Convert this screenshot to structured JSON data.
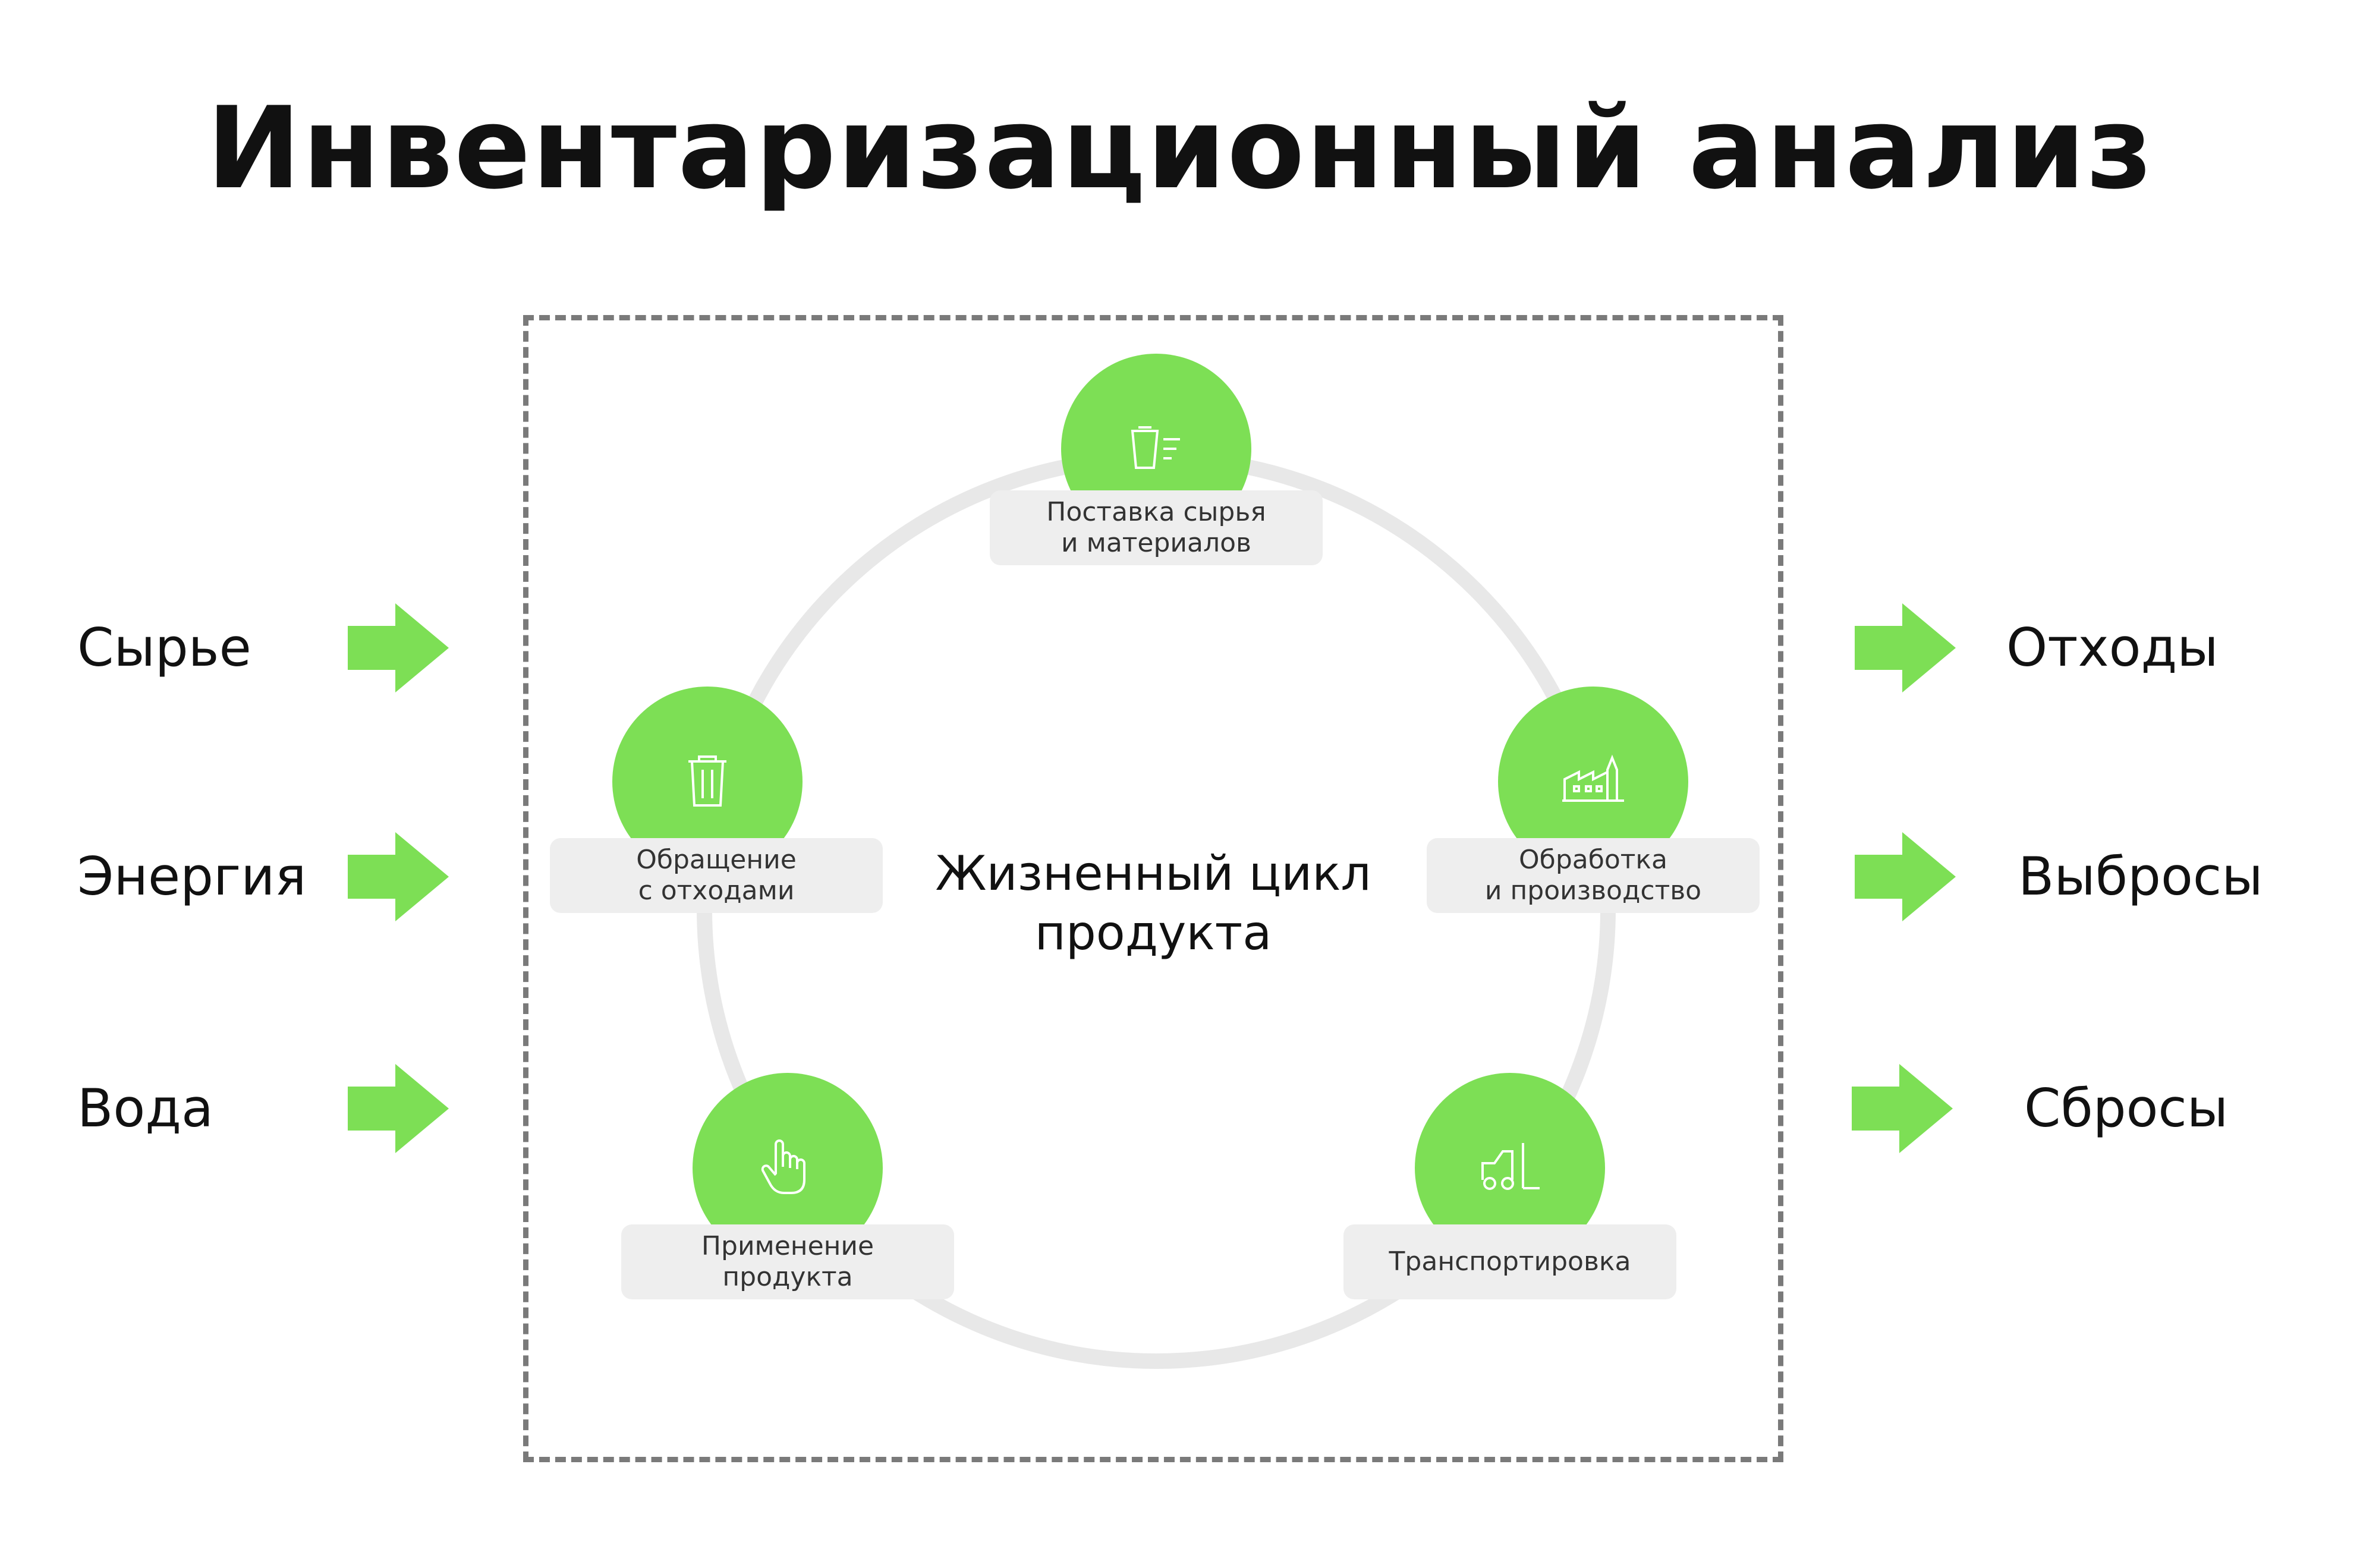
{
  "title": "Инвентаризационный анализ",
  "center": {
    "line1": "Жизненный цикл",
    "line2": "продукта"
  },
  "inputs": [
    "Сырье",
    "Энергия",
    "Вода"
  ],
  "outputs": [
    "Отходы",
    "Выбросы",
    "Сбросы"
  ],
  "stages": [
    {
      "line1": "Поставка сырья",
      "line2": "и материалов",
      "icon": "raw-materials-icon"
    },
    {
      "line1": "Обработка",
      "line2": "и производство",
      "icon": "factory-icon"
    },
    {
      "line1": "Транспортировка",
      "line2": "",
      "icon": "forklift-icon"
    },
    {
      "line1": "Применение",
      "line2": "продукта",
      "icon": "hand-icon"
    },
    {
      "line1": "Обращение",
      "line2": "с отходами",
      "icon": "trash-bin-icon"
    }
  ],
  "colors": {
    "accent": "#7ddf55",
    "ring": "#e8e8e8",
    "label_bg": "#eeeeee",
    "frame": "#7a7a7a"
  }
}
